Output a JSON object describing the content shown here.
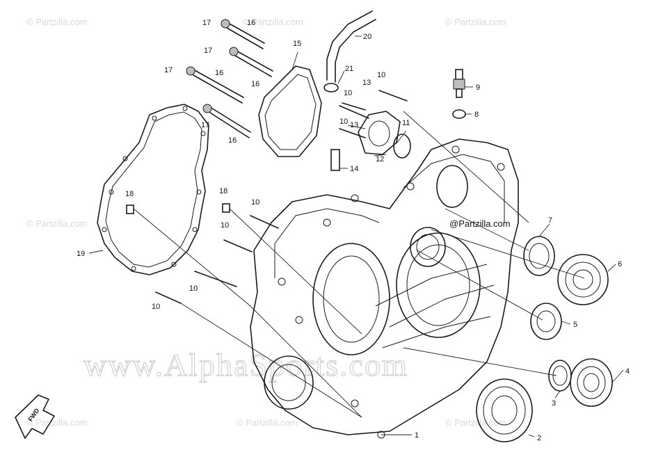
{
  "diagram": {
    "callouts": [
      "1",
      "2",
      "3",
      "4",
      "5",
      "6",
      "7",
      "8",
      "9",
      "10",
      "10",
      "10",
      "10",
      "10",
      "10",
      "10",
      "11",
      "12",
      "13",
      "13",
      "14",
      "15",
      "16",
      "16",
      "16",
      "16",
      "17",
      "17",
      "17",
      "17",
      "18",
      "18",
      "19",
      "20",
      "21"
    ],
    "brand_label": "@Partzilla.com",
    "watermark_corner": "© Partzilla.com",
    "watermark_center": "www.AlphaSports.com",
    "forward_arrow_label": "FWD"
  }
}
